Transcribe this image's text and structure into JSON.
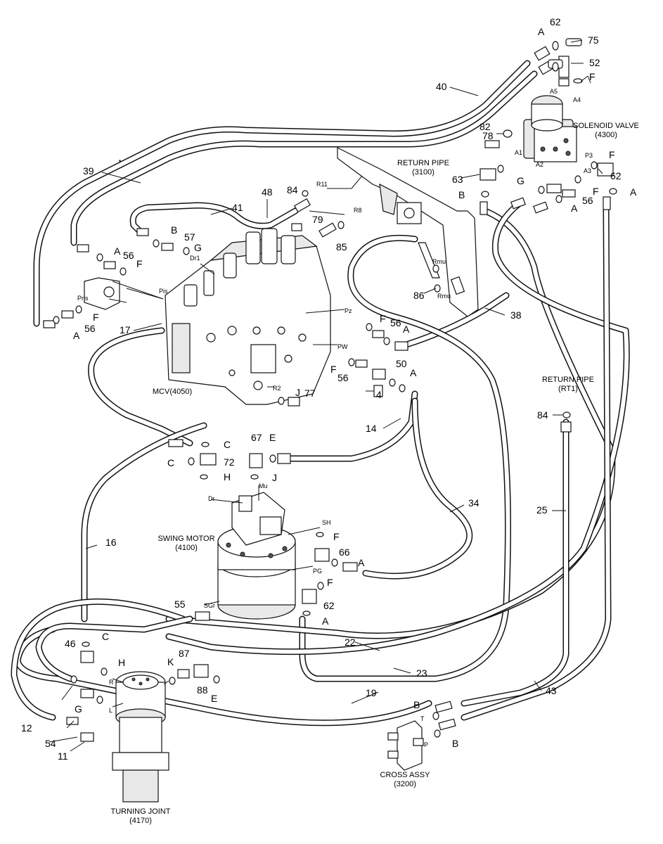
{
  "components": {
    "solenoid_valve": [
      "SOLENOID VALVE",
      "(4300)"
    ],
    "return_pipe": [
      "RETURN PIPE",
      "(3100)"
    ],
    "return_pipe_rt1": [
      "RETURN PIPE",
      "(RT1)"
    ],
    "mcv": "MCV(4050)",
    "swing_motor": [
      "SWING MOTOR",
      "(4100)"
    ],
    "cross_assy": [
      "CROSS ASSY",
      "(3200)"
    ],
    "turning_joint": [
      "TURNING JOINT",
      "(4170)"
    ]
  },
  "part_numbers": {
    "n4": "4",
    "n11": "11",
    "n12": "12",
    "n14": "14",
    "n16": "16",
    "n17": "17",
    "n19": "19",
    "n22": "22",
    "n23": "23",
    "n25": "25",
    "n34": "34",
    "n38": "38",
    "n39": "39",
    "n40": "40",
    "n41": "41",
    "n43": "43",
    "n46": "46",
    "n48": "48",
    "n50": "50",
    "n52": "52",
    "n54": "54",
    "n55": "55",
    "n56a": "56",
    "n56b": "56",
    "n56c": "56",
    "n56d": "56",
    "n56e": "56",
    "n57": "57",
    "n62a": "62",
    "n62b": "62",
    "n62c": "62",
    "n63": "63",
    "n66": "66",
    "n67": "67",
    "n72": "72",
    "n75": "75",
    "n77": "77",
    "n78": "78",
    "n79": "79",
    "n82": "82",
    "n84a": "84",
    "n84b": "84",
    "n85": "85",
    "n86": "86",
    "n87": "87",
    "n88": "88"
  },
  "oring_letters": {
    "a1": "A",
    "a2": "A",
    "a3": "A",
    "a4": "A",
    "a5": "A",
    "a6": "A",
    "a7": "A",
    "a8": "A",
    "a9": "A",
    "b1": "B",
    "b2": "B",
    "b3": "B",
    "b4": "B",
    "c1": "C",
    "c2": "C",
    "c3": "C",
    "e1": "E",
    "e2": "E",
    "f1": "F",
    "f2": "F",
    "f3": "F",
    "f4": "F",
    "f5": "F",
    "f6": "F",
    "f7": "F",
    "f8": "F",
    "f9": "F",
    "g1": "G",
    "g2": "G",
    "g3": "G",
    "h1": "H",
    "h2": "H",
    "j1": "J",
    "j2": "J",
    "k1": "K"
  },
  "port_labels": {
    "a1": "A1",
    "a2": "A2",
    "a3": "A3",
    "a4": "A4",
    "a5": "A5",
    "p3": "P3",
    "r11": "R11",
    "r8": "R8",
    "rmu1": "Rmu",
    "rmu2": "Rmu",
    "dr1": "Dr1",
    "pis": "Pis",
    "pns": "Pns",
    "pz": "Pz",
    "pw": "PW",
    "r2": "R2",
    "mu": "Mu",
    "dr": "Dr",
    "sh": "SH",
    "pg": "PG",
    "sgr": "SGr",
    "r": "R",
    "l": "L",
    "t": "T",
    "p": "P"
  }
}
